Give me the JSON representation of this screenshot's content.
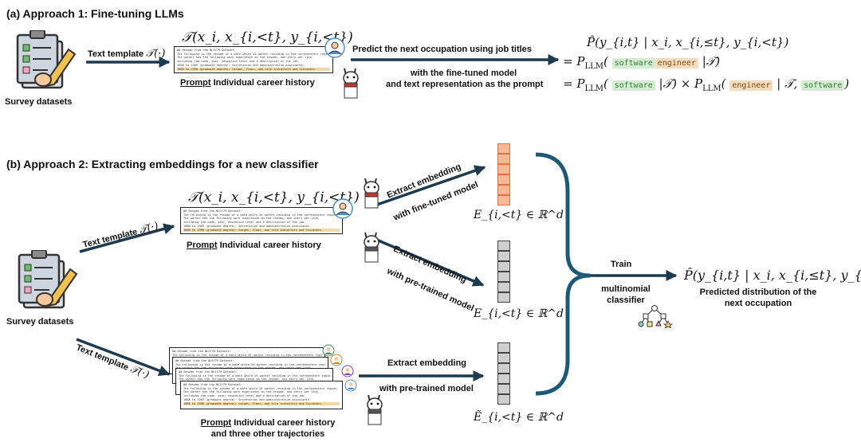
{
  "section_a": {
    "title": "(a) Approach 1: Fine-tuning LLMs",
    "survey_label": "Survey datasets",
    "template_label": "Text template",
    "template_symbol": "𝒯(·)",
    "prompt_expr": "𝒯(x_i, x_{i,<t}, y_{i,<t})",
    "prompt_word": "Prompt",
    "prompt_caption": "Individual career history",
    "arrow_top": "Predict the next occupation using job titles",
    "arrow_bottom_1": "with the fine-tuned model",
    "arrow_bottom_2": "and text representation as the prompt",
    "eq_lhs": "P̂(y_{i,t} | x_i, x_{i,≤t}, y_{i,<t})",
    "eq1_prefix": "= P",
    "eq1_sub": "LLM",
    "token_software": "software",
    "token_engineer": "engineer",
    "eq1_cond": "|𝒯)",
    "eq2_prefix": "= P",
    "eq2_sub": "LLM",
    "eq2_cond1": "|𝒯) × P",
    "eq2_sub2": "LLM",
    "eq2_cond2": "| 𝒯,",
    "eq_close": ")"
  },
  "section_b": {
    "title": "(b) Approach 2: Extracting embeddings for a new classifier",
    "survey_label": "Survey datasets",
    "template_label": "Text template",
    "template_symbol": "𝒯(·)",
    "prompt_expr": "𝒯(x_i, x_{i,<t}, y_{i,<t})",
    "prompt_word": "Prompt",
    "prompt_caption": "Individual career history",
    "extract_1a": "Extract embedding",
    "extract_1b": "with fine-tuned model",
    "extract_2a": "Extract embedding",
    "extract_2b": "with pre-trained model",
    "extract_3a": "Extract embedding",
    "extract_3b": "with pre-trained model",
    "emb_1": "E_{i,<t} ∈ ℝ^d",
    "emb_2": "E_{i,<t} ∈ ℝ^d",
    "emb_3": "Ẽ_{i,<t} ∈ ℝ^d",
    "multi_prompt_word": "Prompt",
    "multi_caption_1": "Individual career history",
    "multi_caption_2": "and three other trajectories",
    "train_label": "Train",
    "classifier_1": "multinomial",
    "classifier_2": "classifier",
    "output_expr": "P̂(y_{i,t} | x_i, x_{i,≤t}, y_{i,<t})",
    "output_caption_1": "Predicted distribution of the",
    "output_caption_2": "next occupation"
  },
  "doc_lines": [
    "## Resume from the NLSY79 Dataset:",
    "The following is the resume of a male white US worker residing in the northeastern region",
    "The worker has the following work experience on the resume, one entry per line,",
    "    including job code, year, education level and a description of the job.",
    "1988 to 1989 (graduate degree): Secretaries and administrative assistants",
    "1989 to 1990 (graduate degree): Carpet, floor, and tile installers and finishers"
  ],
  "colors": {
    "arrow": "#1e3a4f",
    "brace": "#1e5a78",
    "emb_orange": "#f7b895",
    "emb_orange_border": "#e2703a",
    "emb_gray": "#cfcfcf",
    "token_green_bg": "#d6ecd2",
    "token_orange_bg": "#f5dcbf",
    "avatar_blue": "#4a90d9"
  },
  "icons": [
    "clipboard-icon",
    "user-avatar-icon",
    "llama-icon",
    "decision-tree-icon"
  ]
}
